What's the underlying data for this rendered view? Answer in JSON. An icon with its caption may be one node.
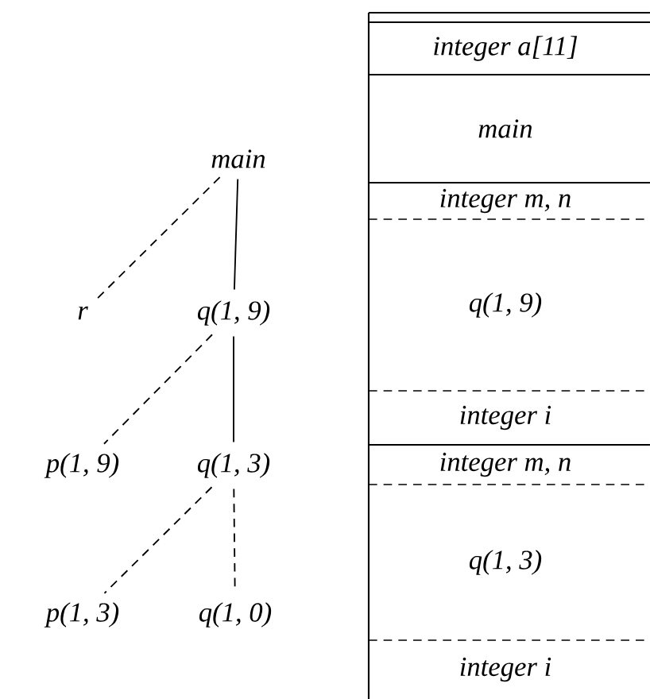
{
  "diagram": {
    "nodes": [
      {
        "text": [
          "main"
        ]
      },
      {
        "text": [
          "r"
        ]
      },
      {
        "text": [
          "q(1, 9)"
        ]
      },
      {
        "text": [
          "p(1, 9)"
        ]
      },
      {
        "text": [
          "q(1, 3)"
        ]
      },
      {
        "text": [
          "p(1, 3)"
        ]
      },
      {
        "text": [
          "q(1, 0)"
        ]
      },
      {
        "text": [
          "integer a[11]"
        ]
      },
      {
        "text": [
          "main"
        ]
      },
      {
        "text": [
          "integer m, n"
        ]
      },
      {
        "text": [
          "q(1, 9)"
        ]
      },
      {
        "text": [
          "integer i"
        ]
      },
      {
        "text": [
          "integer m, n"
        ]
      },
      {
        "text": [
          "q(1, 3)"
        ]
      },
      {
        "text": [
          "integer i"
        ]
      }
    ],
    "edges": [
      {
        "from": 0,
        "to": 1,
        "arrow": "none",
        "style": "dashed"
      },
      {
        "from": 0,
        "to": 2,
        "arrow": "none"
      },
      {
        "from": 2,
        "to": 3,
        "arrow": "none",
        "style": "dashed"
      },
      {
        "from": 2,
        "to": 4,
        "arrow": "none"
      },
      {
        "from": 4,
        "to": 5,
        "arrow": "none",
        "style": "dashed"
      },
      {
        "from": 4,
        "to": 6,
        "arrow": "none",
        "style": "dashed"
      }
    ]
  }
}
